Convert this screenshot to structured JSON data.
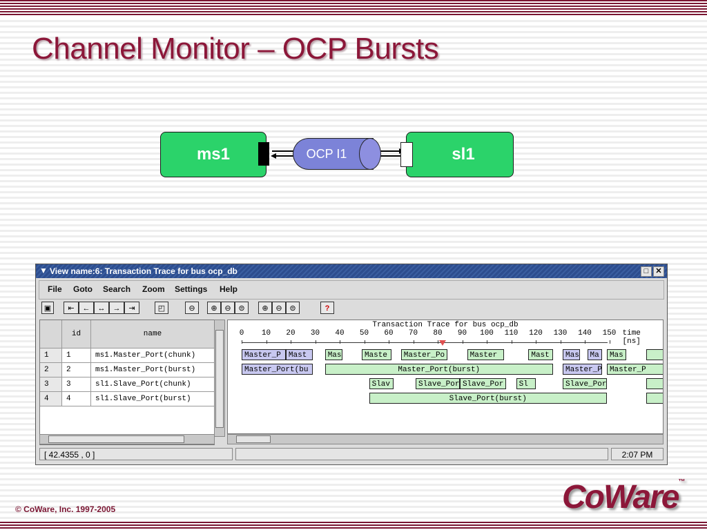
{
  "slide": {
    "title": "Channel Monitor – OCP Bursts",
    "footer": "© CoWare, Inc. 1997-2005",
    "logo": "CoWare",
    "logo_tm": "™"
  },
  "diagram": {
    "master_label": "ms1",
    "channel_label": "OCP I1",
    "slave_label": "sl1",
    "box_color": "#2bd36a",
    "channel_color": "#7c83d8"
  },
  "window": {
    "title": "View name:6: Transaction Trace for bus ocp_db",
    "menu": [
      "File",
      "Goto",
      "Search",
      "Zoom",
      "Settings",
      "Help"
    ],
    "toolbar_icons": [
      "save-icon",
      "go-first-icon",
      "step-back-icon",
      "expand-icon",
      "step-forward-icon",
      "go-last-icon",
      "find-icon",
      "zoom-reset-icon",
      "zoom-in-icon",
      "zoom-out-icon",
      "zoom-x-icon",
      "zoom-y-in-icon",
      "zoom-y-out-icon",
      "zoom-y-fit-icon",
      "help-icon"
    ],
    "table": {
      "headers": [
        "",
        "id",
        "name"
      ],
      "rows": [
        {
          "num": "1",
          "id": "1",
          "name": "ms1.Master_Port(chunk)"
        },
        {
          "num": "2",
          "id": "2",
          "name": "ms1.Master_Port(burst)"
        },
        {
          "num": "3",
          "id": "3",
          "name": "sl1.Slave_Port(chunk)"
        },
        {
          "num": "4",
          "id": "4",
          "name": "sl1.Slave_Port(burst)"
        }
      ]
    },
    "trace": {
      "title": "Transaction Trace for bus ocp_db",
      "ticks": [
        "0",
        "10",
        "20",
        "30",
        "40",
        "50",
        "60",
        "70",
        "80",
        "90",
        "100",
        "110",
        "120",
        "130",
        "140",
        "150"
      ],
      "unit": "time [ns]",
      "cursor_time": 82,
      "rows": [
        [
          {
            "t0": 0,
            "t1": 18,
            "label": "Master_P",
            "color": "#c8c8f0"
          },
          {
            "t0": 18,
            "t1": 29,
            "label": "Mast",
            "color": "#c8c8f0"
          },
          {
            "t0": 34,
            "t1": 41,
            "label": "Mas",
            "color": "#c8f0c8"
          },
          {
            "t0": 49,
            "t1": 61,
            "label": "Maste",
            "color": "#c8f0c8"
          },
          {
            "t0": 65,
            "t1": 84,
            "label": "Master_Po",
            "color": "#c8f0c8"
          },
          {
            "t0": 92,
            "t1": 107,
            "label": "Master",
            "color": "#c8f0c8"
          },
          {
            "t0": 117,
            "t1": 127,
            "label": "Mast",
            "color": "#c8f0c8"
          },
          {
            "t0": 131,
            "t1": 138,
            "label": "Mas",
            "color": "#c8c8f0"
          },
          {
            "t0": 141,
            "t1": 147,
            "label": "Ma",
            "color": "#c8c8f0"
          },
          {
            "t0": 149,
            "t1": 157,
            "label": "Mas",
            "color": "#c8f0c8"
          },
          {
            "t0": 165,
            "t1": 174,
            "label": "",
            "color": "#c8f0c8"
          }
        ],
        [
          {
            "t0": 0,
            "t1": 29,
            "label": "Master_Port(bu",
            "color": "#c8c8f0"
          },
          {
            "t0": 34,
            "t1": 127,
            "label": "Master_Port(burst)",
            "color": "#c8f0c8",
            "center": true
          },
          {
            "t0": 131,
            "t1": 147,
            "label": "Master_P",
            "color": "#c8c8f0"
          },
          {
            "t0": 149,
            "t1": 174,
            "label": "Master_P",
            "color": "#c8f0c8"
          }
        ],
        [
          {
            "t0": 52,
            "t1": 62,
            "label": "Slav",
            "color": "#c8f0c8"
          },
          {
            "t0": 71,
            "t1": 89,
            "label": "Slave_Por",
            "color": "#c8f0c8"
          },
          {
            "t0": 89,
            "t1": 108,
            "label": "Slave_Por",
            "color": "#c8f0c8"
          },
          {
            "t0": 112,
            "t1": 120,
            "label": "Sl",
            "color": "#c8f0c8"
          },
          {
            "t0": 131,
            "t1": 149,
            "label": "Slave_Por",
            "color": "#c8f0c8"
          },
          {
            "t0": 165,
            "t1": 174,
            "label": "",
            "color": "#c8f0c8"
          }
        ],
        [
          {
            "t0": 52,
            "t1": 149,
            "label": "Slave_Port(burst)",
            "color": "#c8f0c8",
            "center": true
          },
          {
            "t0": 165,
            "t1": 174,
            "label": "",
            "color": "#c8f0c8"
          }
        ]
      ]
    },
    "status": {
      "coords": "[ 42.4355 , 0 ]",
      "middle": "",
      "time": "2:07 PM"
    }
  }
}
